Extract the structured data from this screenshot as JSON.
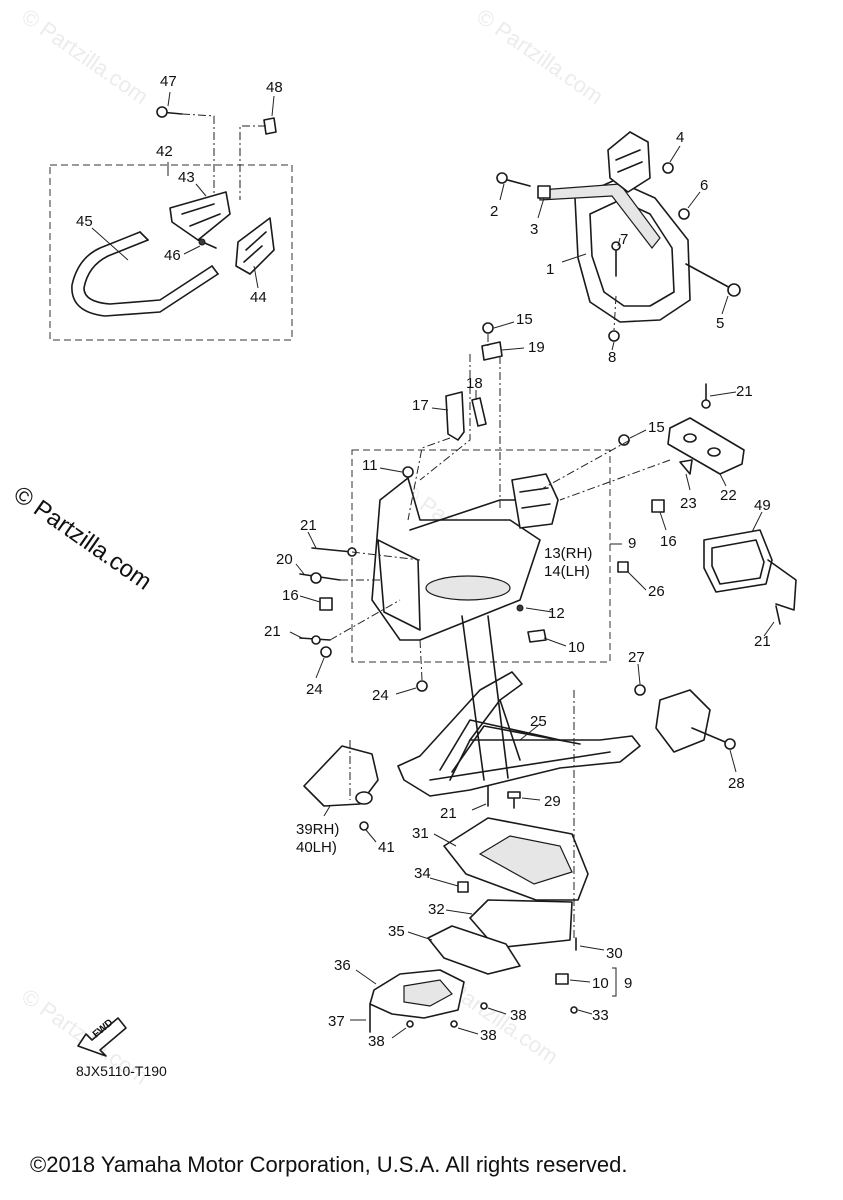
{
  "watermark": {
    "text": "© Partzilla.com",
    "side_text": "© Partzilla.com"
  },
  "diagram_code": "8JX5110-T190",
  "fwd_label": "FWD",
  "copyright": "©2018 Yamaha Motor Corporation, U.S.A. All rights reserved.",
  "callouts": [
    "1",
    "2",
    "3",
    "4",
    "5",
    "6",
    "7",
    "8",
    "9",
    "10",
    "11",
    "12",
    "13(RH)",
    "14(LH)",
    "15",
    "16",
    "17",
    "18",
    "19",
    "20",
    "21",
    "22",
    "23",
    "24",
    "25",
    "26",
    "27",
    "28",
    "29",
    "30",
    "31",
    "32",
    "33",
    "34",
    "35",
    "36",
    "37",
    "38",
    "39RH)",
    "40LH)",
    "41",
    "42",
    "43",
    "44",
    "45",
    "46",
    "47",
    "48",
    "49"
  ],
  "colors": {
    "line": "#1a1a1a",
    "watermark": "#ececec",
    "background": "#ffffff"
  }
}
